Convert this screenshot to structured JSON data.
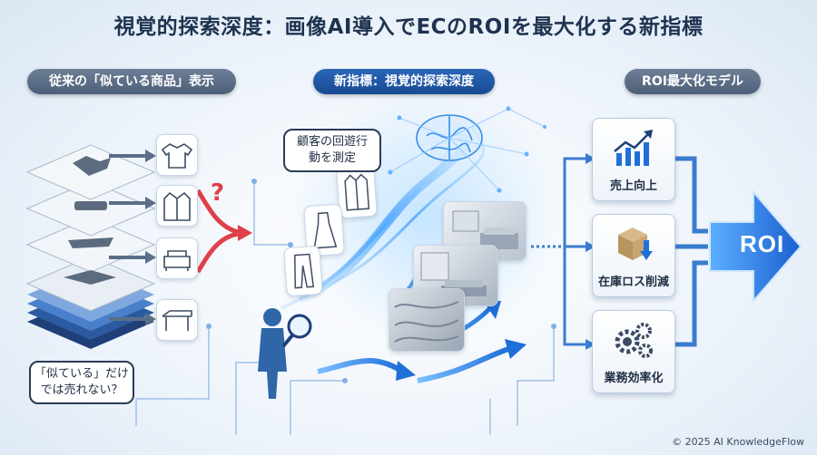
{
  "title": "視覚的探索深度：画像AI導入でECのROIを最大化する新指標",
  "sections": {
    "left": "従来の「似ている商品」表示",
    "middle": "新指標：視覚的探索深度",
    "right": "ROI最大化モデル"
  },
  "left_note": {
    "line1": "「似ている」だけ",
    "line2": "では売れない？"
  },
  "question_mark": "?",
  "middle_bubble": {
    "line1": "顧客の回遊行",
    "line2": "動を測定"
  },
  "roi_cards": [
    {
      "label": "売上向上",
      "icon": "growth-chart-icon"
    },
    {
      "label": "在庫ロス削減",
      "icon": "box-down-icon"
    },
    {
      "label": "業務効率化",
      "icon": "gears-icon"
    }
  ],
  "roi_arrow_label": "ROI",
  "copyright": "© 2025 AI KnowledgeFlow",
  "colors": {
    "accent_blue": "#1f6fd8",
    "dark_pill": "#4d5f78",
    "question_red": "#e0404a"
  }
}
